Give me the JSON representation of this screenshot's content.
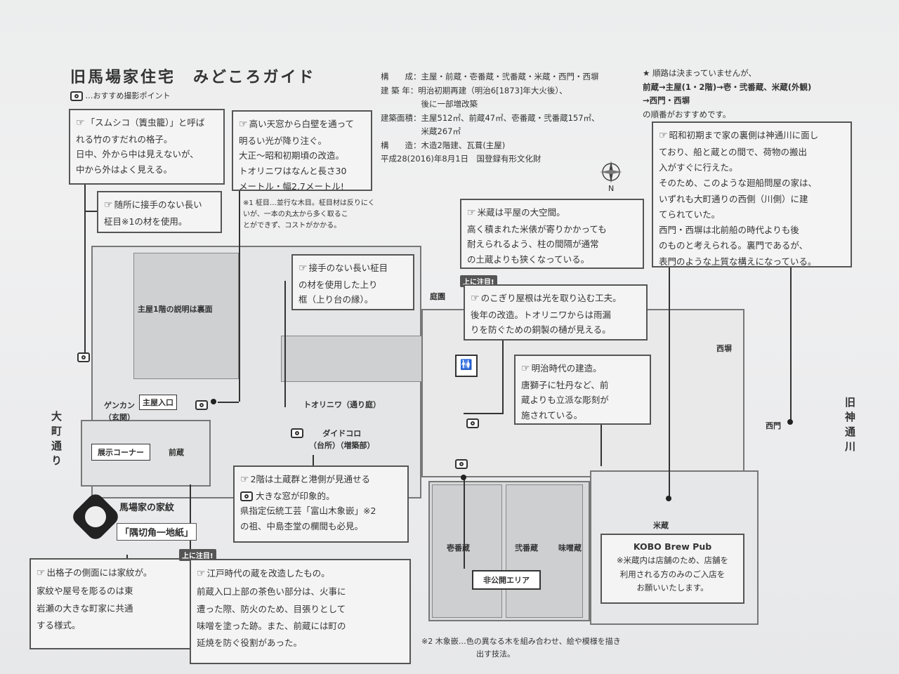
{
  "header": {
    "title": "旧馬場家住宅　みどころガイド",
    "legend": "…おすすめ撮影ポイント"
  },
  "info": {
    "rows": [
      "構　　成：主屋・前蔵・壱番蔵・弐番蔵・米蔵・西門・西塀",
      "建 築 年：明治初期再建（明治6[1873]年大火後）、",
      "　　　　　後に一部増改築",
      "建築面積：主屋512㎡、前蔵47㎡、壱番蔵・弐番蔵157㎡、",
      "　　　　　米蔵267㎡",
      "構　　造：木造2階建、瓦葺(主屋)",
      "平成28(2016)年8月1日　国登録有形文化財"
    ]
  },
  "route": {
    "lines": [
      "★ 順路は決まっていませんが、",
      "前蔵→主屋(1・2階)→壱・弐番蔵、米蔵(外観)",
      "→西門・西塀",
      "の順番がおすすめです。"
    ]
  },
  "boxes": {
    "b1": [
      "「スムシコ（簀虫籠）」と呼ば",
      "れる竹のすだれの格子。",
      "日中、外から中は見えないが、",
      "中から外はよく見える。"
    ],
    "b2": [
      "高い天窓から白壁を通って",
      "明るい光が降り注ぐ。",
      "大正～昭和初期頃の改造。",
      "トオリニワはなんと長さ30",
      "メートル・幅2.7メートル!"
    ],
    "b3": [
      "随所に接手のない長い",
      "柾目※1の材を使用。"
    ],
    "b4": [
      "接手のない長い柾目",
      "の材を使用した上り",
      "框（上り台の縁）。"
    ],
    "b5": [
      "米蔵は平屋の大空間。",
      "高く積まれた米俵が寄りかかっても",
      "耐えられるよう、柱の間隔が通常",
      "の土蔵よりも狭くなっている。"
    ],
    "b6": [
      "昭和初期まで家の裏側は神通川に面し",
      "ており、船と蔵との間で、荷物の搬出",
      "入がすぐに行えた。",
      "そのため、このような廻船問屋の家は、",
      "いずれも大町通りの西側（川側）に建",
      "てられていた。",
      "西門・西塀は北前船の時代よりも後",
      "のものと考えられる。裏門であるが、",
      "表門のような上質な構えになっている。"
    ],
    "b7": [
      "のこぎり屋根は光を取り込む工夫。",
      "後年の改造。トオリニワからは雨漏",
      "りを防ぐための銅製の樋が見える。"
    ],
    "b8": [
      "明治時代の建造。",
      "唐獅子に牡丹など、前",
      "蔵よりも立派な彫刻が",
      "施されている。"
    ],
    "b9": [
      "2階は土蔵群と港側が見通せる",
      "大きな窓が印象的。",
      "県指定伝統工芸「富山木象嵌」※2",
      "の祖、中島杢堂の欄間も必見。"
    ],
    "b10": [
      "出格子の側面には家紋が。",
      "家紋や屋号を彫るのは東",
      "岩瀬の大きな町家に共通",
      "する様式。"
    ],
    "b11": [
      "江戸時代の蔵を改造したもの。",
      "前蔵入口上部の茶色い部分は、火事に",
      "遭った際、防火のため、目張りとして",
      "味噌を塗った跡。また、前蔵には町の",
      "延焼を防ぐ役割があった。"
    ],
    "kobo": [
      "KOBO Brew Pub",
      "※米蔵内は店舗のため、店舗を",
      "利用される方のみのご入店を",
      "お願いいたします。"
    ]
  },
  "notes": {
    "n1": [
      "※1 柾目…並行な木目。柾目材は反りにく",
      "いが、一本の丸太から多く取るこ",
      "とができず、コストがかかる。"
    ],
    "n2": [
      "※2 木象嵌…色の異なる木を組み合わせ、絵や模様を描き",
      "出す技法。"
    ]
  },
  "labels": {
    "main_floor": "主屋1階の説明は裏面",
    "garden": "庭園",
    "entrance": "主屋入口",
    "genkan": "ゲンカン\n（玄関）",
    "tenji": "展示コーナー",
    "maegura": "前蔵",
    "toriniwa": "トオリニワ（通り庭）",
    "daidokoro": "ダイドコロ\n（台所）（増築部）",
    "ichibangura": "壱番蔵",
    "nibangura": "弐番蔵",
    "misogura": "味噌蔵",
    "hikoukai": "非公開エリア",
    "komegura": "米蔵",
    "nishibei": "西塀",
    "nishimon": "西門",
    "omachi": "大町通り",
    "jinzu": "旧神通川",
    "crest_title": "馬場家の家紋",
    "crest_name": "「隅切角一地紙」",
    "warn1": "上に注目!",
    "warn2": "上に注目!",
    "north": "N"
  }
}
